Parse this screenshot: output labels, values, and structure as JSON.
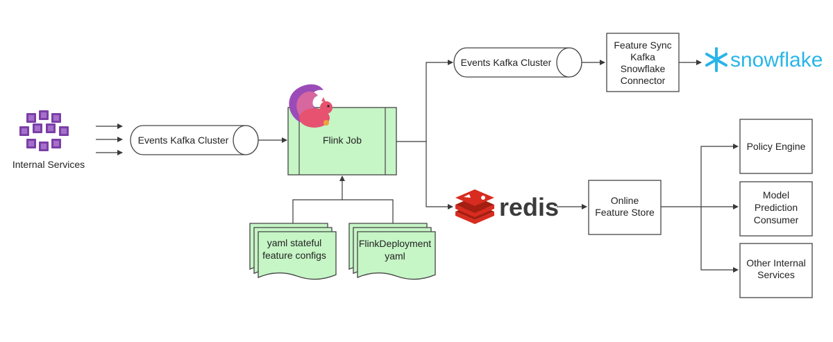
{
  "nodes": {
    "internal_services": "Internal Services",
    "events_kafka_left": "Events Kafka Cluster",
    "flink_job": "Flink Job",
    "events_kafka_top": "Events Kafka Cluster",
    "feature_sync": [
      "Feature Sync",
      "Kafka",
      "Snowflake",
      "Connector"
    ],
    "snowflake_logo": "snowflake",
    "redis_logo": "redis",
    "online_feature_store": [
      "Online",
      "Feature Store"
    ],
    "policy_engine": "Policy Engine",
    "model_prediction": [
      "Model",
      "Prediction",
      "Consumer"
    ],
    "other_internal": [
      "Other Internal",
      "Services"
    ],
    "yaml_configs": [
      "yaml stateful",
      "feature configs"
    ],
    "flink_deployment": [
      "FlinkDeployment",
      "yaml"
    ]
  },
  "colors": {
    "process_fill": "#c6f5c6",
    "kubernetes_purple": "#7b3fa6",
    "redis_red": "#d82c20",
    "snowflake_blue": "#29b5e8",
    "flink_pink": "#e6526f"
  },
  "icons": {
    "internal_services": "kubernetes-cubes-icon",
    "flink_job": "flink-squirrel-icon",
    "redis": "redis-stack-icon",
    "snowflake": "snowflake-icon"
  }
}
